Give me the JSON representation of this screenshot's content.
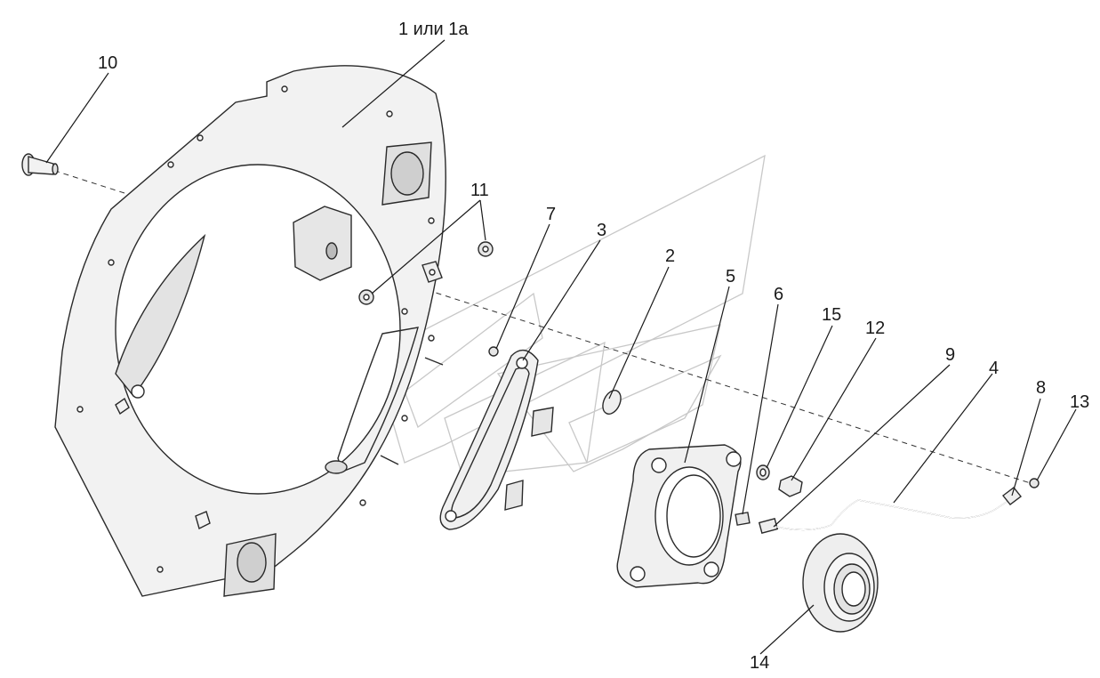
{
  "diagram": {
    "labels": {
      "l1": "1 или 1а",
      "l2": "2",
      "l3": "3",
      "l4": "4",
      "l5": "5",
      "l6": "6",
      "l7": "7",
      "l8": "8",
      "l9": "9",
      "l10": "10",
      "l11": "11",
      "l12": "12",
      "l13": "13",
      "l14": "14",
      "l15": "15"
    },
    "colors": {
      "line": "#1a1a1a",
      "part_fill": "#f2f2f2",
      "part_shadow": "#d9d9d9",
      "watermark": "#c8c8c8"
    }
  }
}
